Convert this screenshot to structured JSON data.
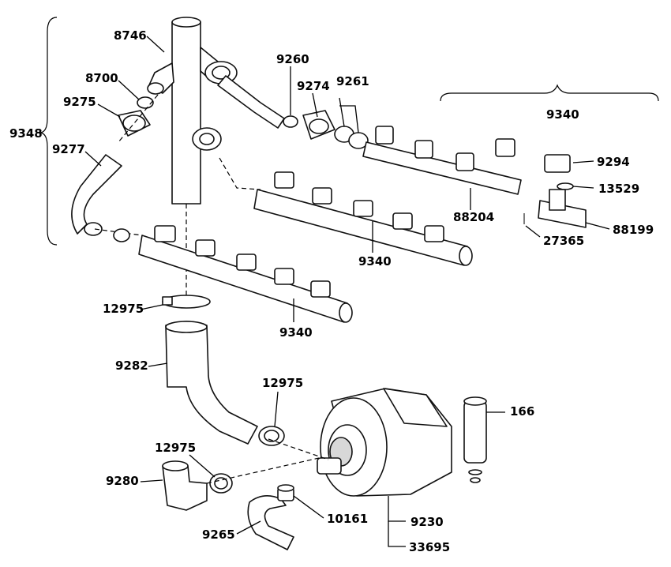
{
  "callouts": {
    "c8746": "8746",
    "c8700": "8700",
    "c9275": "9275",
    "c9348": "9348",
    "c9277": "9277",
    "c9260": "9260",
    "c9274": "9274",
    "c9261": "9261",
    "c9340_top": "9340",
    "c9294": "9294",
    "c13529": "13529",
    "c88204": "88204",
    "c88199": "88199",
    "c27365": "27365",
    "c9340_mid": "9340",
    "c12975_a": "12975",
    "c9340_low": "9340",
    "c9282": "9282",
    "c12975_b": "12975",
    "c166": "166",
    "c12975_c": "12975",
    "c9280": "9280",
    "c10161": "10161",
    "c9230": "9230",
    "c9265": "9265",
    "c33695": "33695"
  }
}
